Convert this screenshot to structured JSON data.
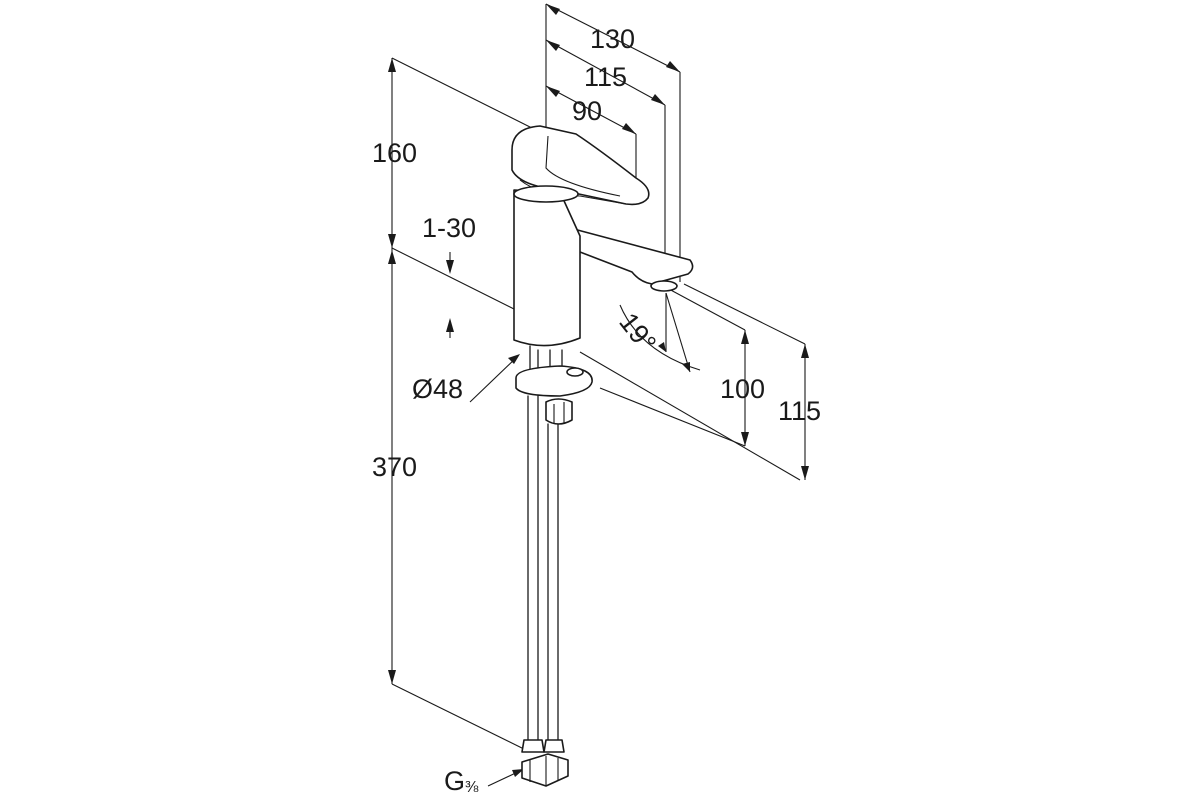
{
  "dimensions": {
    "overall_width": "130",
    "spout_reach": "115",
    "lever_reach": "90",
    "upper_height": "160",
    "deck_thickness": "1-30",
    "bore_diameter": "Ø48",
    "hose_length": "370",
    "spout_angle": "19°",
    "outlet_height": "100",
    "total_spout_height": "115",
    "connection_thread": "G",
    "connection_fraction": "⅜"
  }
}
